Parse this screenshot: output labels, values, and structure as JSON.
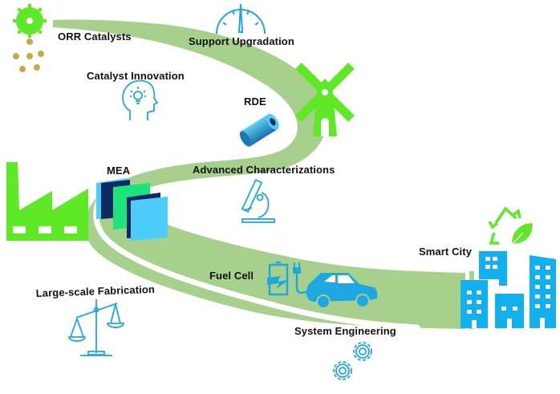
{
  "title": "Fuel cell development roadmap",
  "colors": {
    "road": "#a8d08d",
    "lime": "#5ee825",
    "blue_icon": "#1fa7e0",
    "city_blue": "#12b0ef",
    "light_blue": "#4fcdfa",
    "navy": "#0b2a63",
    "mea_green": "#1ee27a",
    "particle_gold": "#c6aa44"
  },
  "stages": [
    {
      "id": "orr",
      "label": "ORR Catalysts",
      "icon": "catalyst-gear-icon"
    },
    {
      "id": "support",
      "label": "Support Upgradation",
      "icon": "gauge-icon"
    },
    {
      "id": "innovation",
      "label": "Catalyst Innovation",
      "icon": "head-lightbulb-icon"
    },
    {
      "id": "rde",
      "label": "RDE",
      "icon": "rotating-disk-electrode-icon"
    },
    {
      "id": "mea",
      "label": "MEA",
      "icon": "membrane-stack-icon"
    },
    {
      "id": "characterization",
      "label": "Advanced Characterizations",
      "icon": "microscope-icon"
    },
    {
      "id": "fuelcell",
      "label": "Fuel Cell",
      "icon": "electric-car-icon"
    },
    {
      "id": "fabrication",
      "label": "Large-scale Fabrication",
      "icon": "balance-scale-icon"
    },
    {
      "id": "system",
      "label": "System Engineering",
      "icon": "gears-icon"
    },
    {
      "id": "city",
      "label": "Smart City",
      "icon": "city-buildings-icon"
    }
  ],
  "decor": [
    "windmill-icon",
    "factory-icon",
    "recycle-leaf-icon"
  ]
}
